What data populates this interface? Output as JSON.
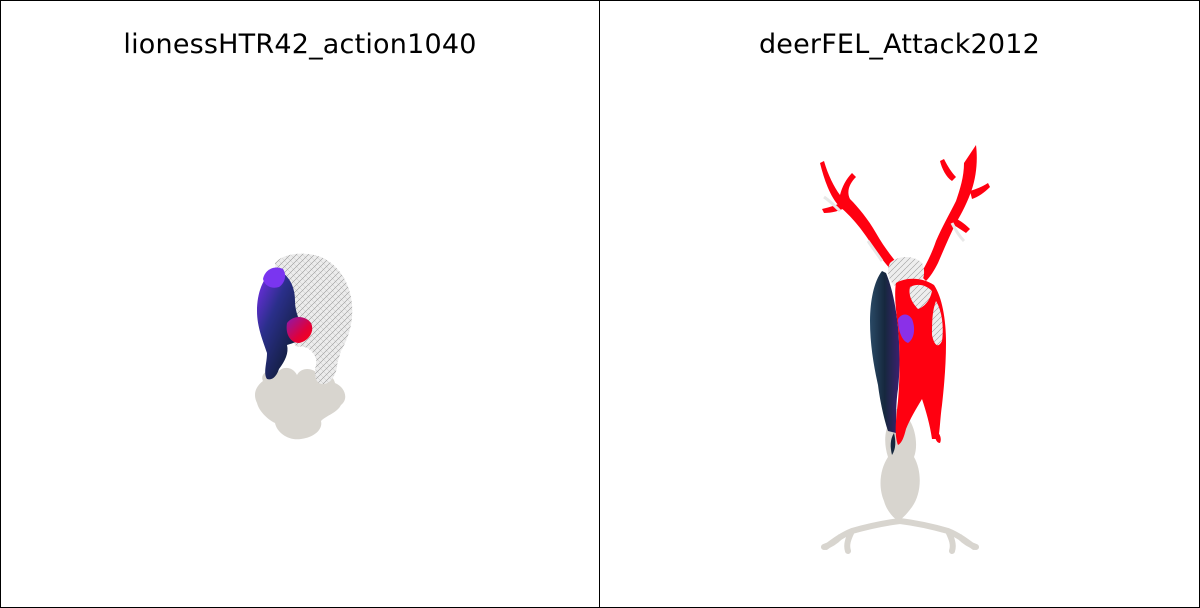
{
  "viewports": [
    {
      "title": "lionessHTR42_action1040",
      "subject": "lioness-mesh"
    },
    {
      "title": "deerFEL_Attack2012",
      "subject": "deer-mesh"
    }
  ],
  "colors": {
    "background": "#ffffff",
    "border": "#000000",
    "shadow": "#d8d5cf",
    "mesh_gray": "#e6e6e6",
    "mesh_dark_blue": "#15244a",
    "mesh_purple": "#6a2bd9",
    "mesh_red": "#ff0010"
  }
}
